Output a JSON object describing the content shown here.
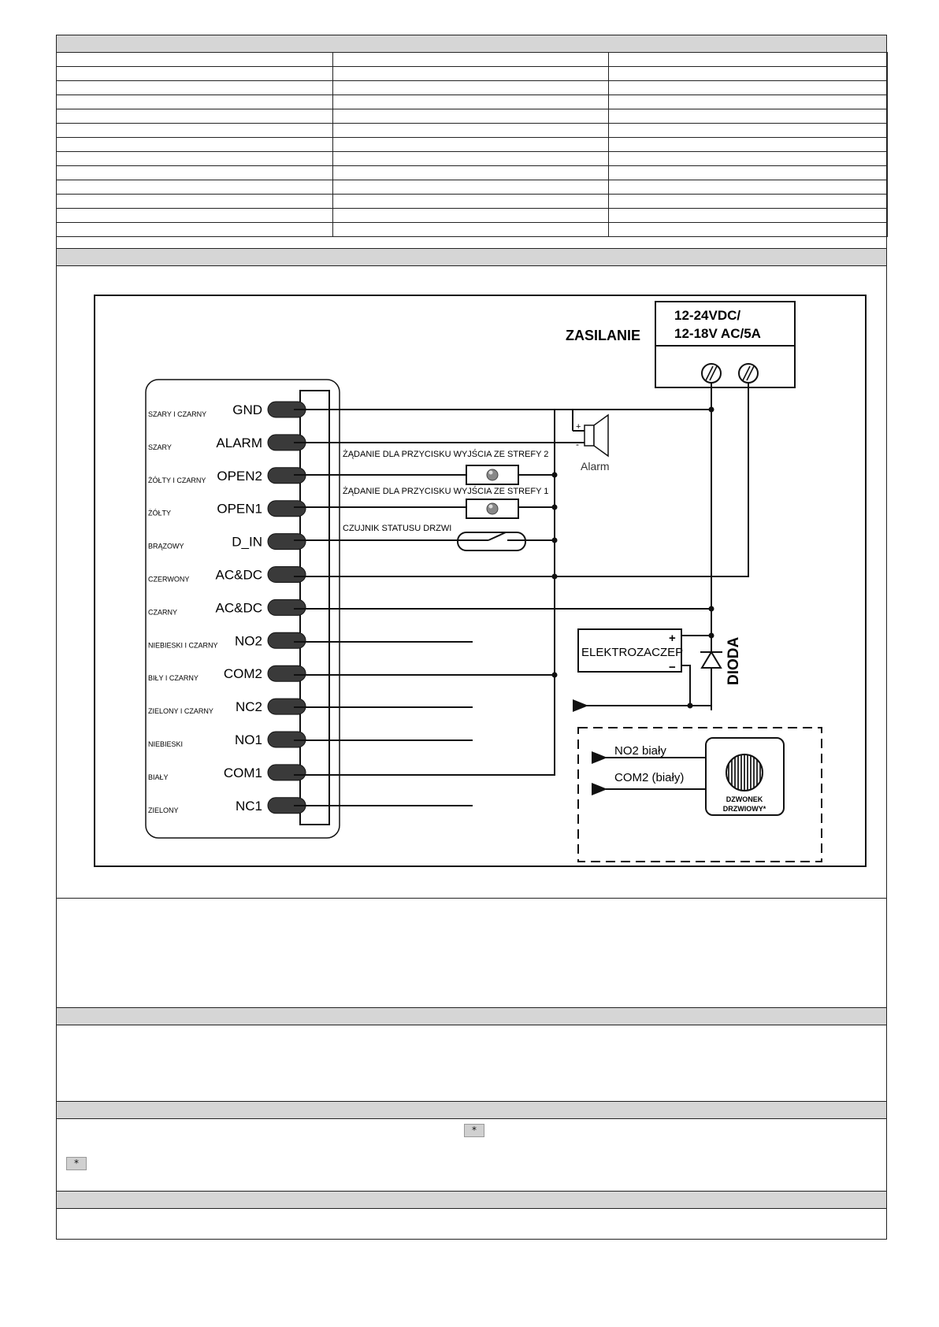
{
  "power": {
    "label": "ZASILANIE",
    "spec_line1": "12-24VDC/",
    "spec_line2": "12-18V AC/5A"
  },
  "terminals": [
    {
      "wire": "SZARY I CZARNY",
      "name": "GND"
    },
    {
      "wire": "SZARY",
      "name": "ALARM"
    },
    {
      "wire": "ŻÓŁTY I CZARNY",
      "name": "OPEN2"
    },
    {
      "wire": "ŻÓŁTY",
      "name": "OPEN1"
    },
    {
      "wire": "BRĄZOWY",
      "name": "D_IN"
    },
    {
      "wire": "CZERWONY",
      "name": "AC&DC"
    },
    {
      "wire": "CZARNY",
      "name": "AC&DC"
    },
    {
      "wire": "NIEBIESKI I CZARNY",
      "name": "NO2"
    },
    {
      "wire": "BIŁY I CZARNY",
      "name": "COM2"
    },
    {
      "wire": "ZIELONY I CZARNY",
      "name": "NC2"
    },
    {
      "wire": "NIEBIESKI",
      "name": "NO1"
    },
    {
      "wire": "BIAŁY",
      "name": "COM1"
    },
    {
      "wire": "ZIELONY",
      "name": "NC1"
    }
  ],
  "components": {
    "exit_button_2": "ŻĄDANIE DLA PRZYCISKU WYJŚCIA ZE STREFY 2",
    "exit_button_1": "ŻĄDANIE DLA PRZYCISKU WYJŚCIA ZE STREFY 1",
    "door_sensor": "CZUJNIK STATUSU DRZWI",
    "alarm": "Alarm",
    "alarm_plus": "+",
    "alarm_minus": "-",
    "lock": "ELEKTROZACZEP",
    "lock_plus": "+",
    "lock_minus": "−",
    "diode": "DIODA",
    "bell_no2": "NO2 biały",
    "bell_com2": "COM2 (biały)",
    "bell_line1": "DZWONEK",
    "bell_line2": "DRZWIOWY*"
  },
  "footnote_marker": "*"
}
